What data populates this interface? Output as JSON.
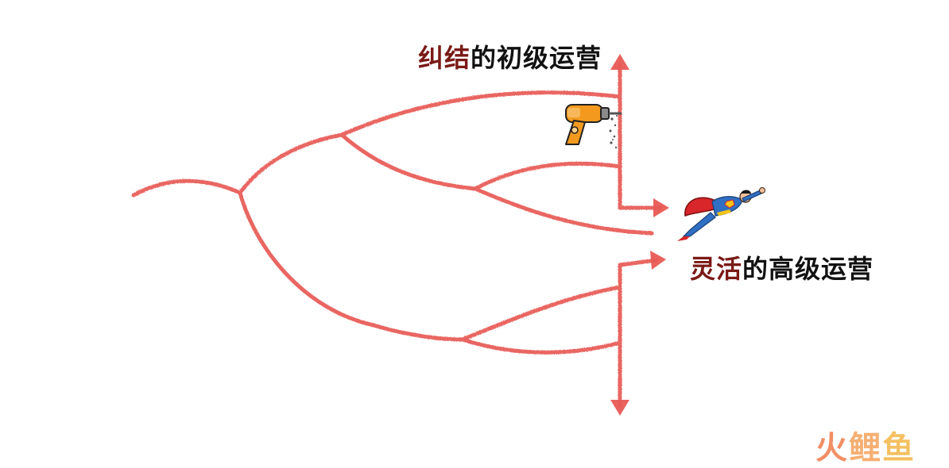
{
  "labels": {
    "top": {
      "highlight": "纠结",
      "rest": "的初级运营"
    },
    "middle": {
      "highlight": "灵活",
      "rest": "的高级运营"
    }
  },
  "watermark": {
    "char1": "火",
    "char2": "鲤",
    "char3": "鱼"
  },
  "icons": {
    "drill": "power-drill-icon",
    "hero": "flying-superhero-icon"
  },
  "colors": {
    "stroke": "#e85a55",
    "label_highlight": "#7a1a16",
    "label_text": "#111111",
    "drill_body": "#f39a1e",
    "hero_suit": "#2f6fc4",
    "hero_cape": "#d8262a"
  }
}
